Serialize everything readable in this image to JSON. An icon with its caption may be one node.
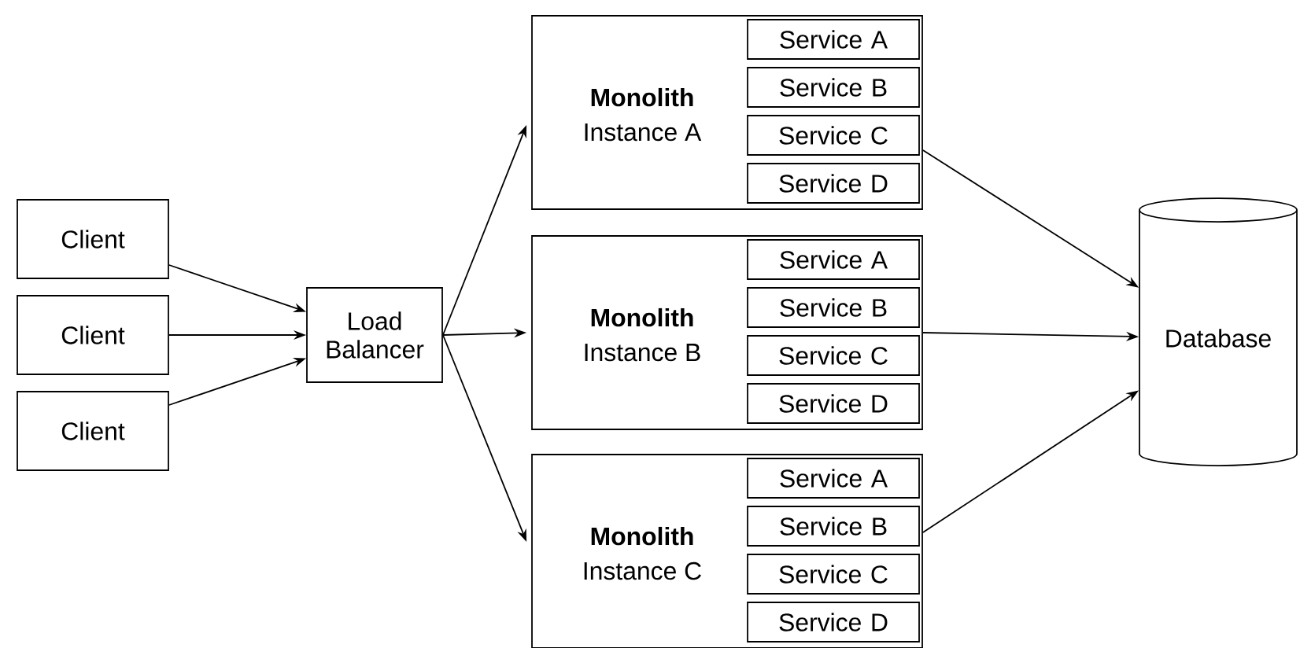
{
  "diagram": {
    "nodes": [
      {
        "text": [
          "Client"
        ]
      },
      {
        "text": [
          "Client"
        ]
      },
      {
        "text": [
          "Client"
        ]
      },
      {
        "text": [
          "Load Balancer"
        ]
      },
      {
        "text": [
          "Monolith",
          "Instance A"
        ]
      },
      {
        "text": [
          "Service A"
        ],
        "in": 4
      },
      {
        "text": [
          "Service B"
        ],
        "in": 4
      },
      {
        "text": [
          "Service C"
        ],
        "in": 4
      },
      {
        "text": [
          "Service D"
        ],
        "in": 4
      },
      {
        "text": [
          "Monolith",
          "Instance B"
        ]
      },
      {
        "text": [
          "Service A"
        ],
        "in": 9
      },
      {
        "text": [
          "Service B"
        ],
        "in": 9
      },
      {
        "text": [
          "Service C"
        ],
        "in": 9
      },
      {
        "text": [
          "Service D"
        ],
        "in": 9
      },
      {
        "text": [
          "Monolith",
          "Instance C"
        ]
      },
      {
        "text": [
          "Service A"
        ],
        "in": 14
      },
      {
        "text": [
          "Service B"
        ],
        "in": 14
      },
      {
        "text": [
          "Service C"
        ],
        "in": 14
      },
      {
        "text": [
          "Service D"
        ],
        "in": 14
      },
      {
        "text": [
          "Database"
        ]
      }
    ],
    "edges": [
      {
        "from": 0,
        "to": 3,
        "arrow": "to"
      },
      {
        "from": 1,
        "to": 3,
        "arrow": "to"
      },
      {
        "from": 2,
        "to": 3,
        "arrow": "to"
      },
      {
        "from": 3,
        "to": 4,
        "arrow": "to"
      },
      {
        "from": 3,
        "to": 9,
        "arrow": "to"
      },
      {
        "from": 3,
        "to": 14,
        "arrow": "to"
      },
      {
        "from": 4,
        "to": 19,
        "arrow": "to"
      },
      {
        "from": 9,
        "to": 19,
        "arrow": "to"
      },
      {
        "from": 14,
        "to": 19,
        "arrow": "to"
      }
    ]
  }
}
